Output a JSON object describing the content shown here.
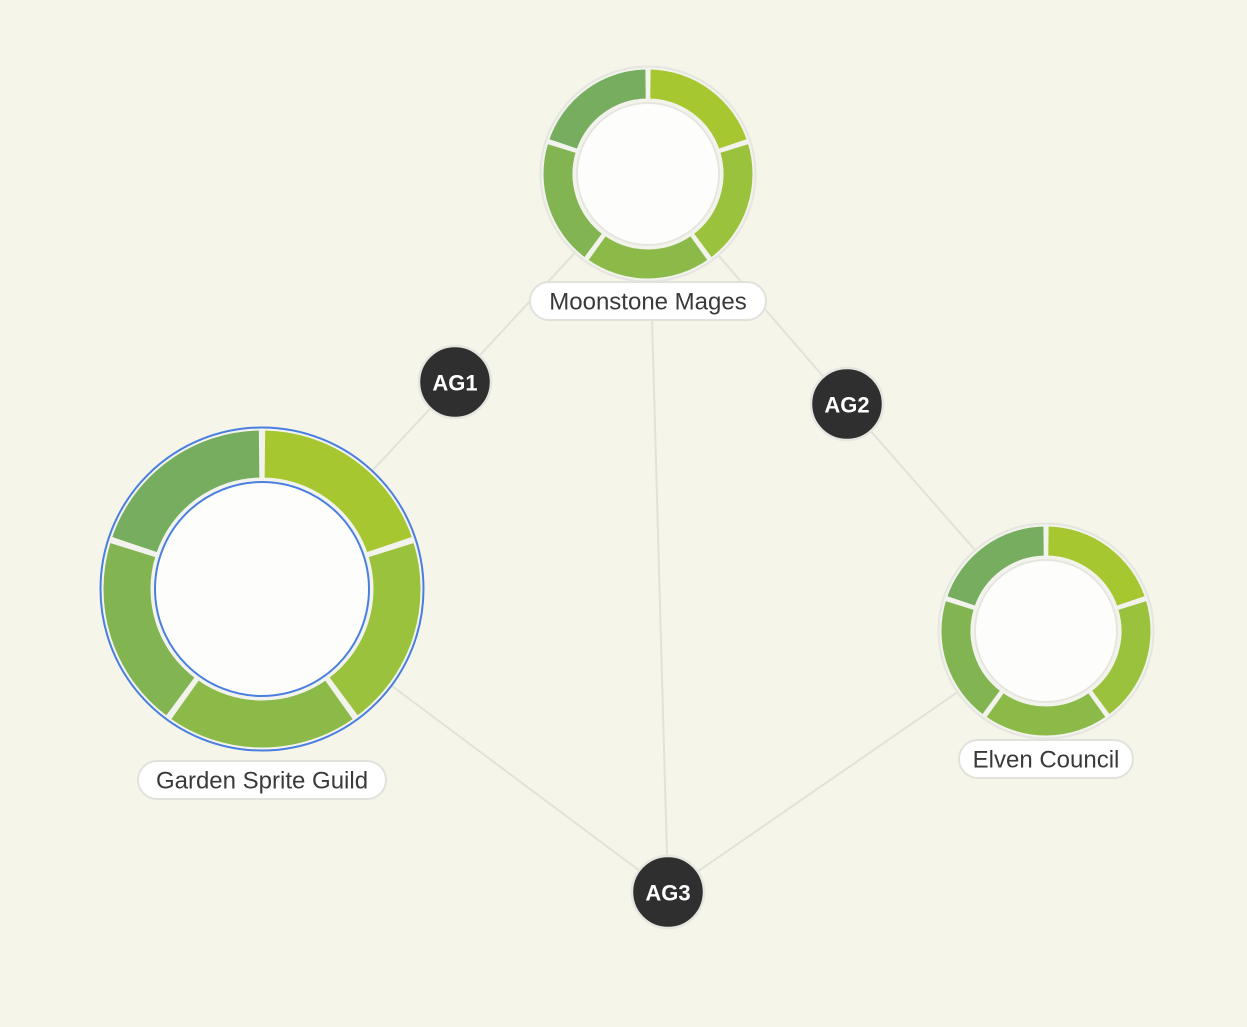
{
  "graph": {
    "nodes": [
      {
        "id": "moonstone",
        "label": "Moonstone Mages",
        "selected": false,
        "segment_colors": [
          "#a6c72f",
          "#9bc23c",
          "#8cba49",
          "#82b552",
          "#76ad5f"
        ]
      },
      {
        "id": "garden",
        "label": "Garden Sprite Guild",
        "selected": true,
        "segment_colors": [
          "#a6c72f",
          "#9bc23c",
          "#8cba49",
          "#82b552",
          "#76ad5f"
        ]
      },
      {
        "id": "elven",
        "label": "Elven Council",
        "selected": false,
        "segment_colors": [
          "#a6c72f",
          "#9bc23c",
          "#8cba49",
          "#82b552",
          "#76ad5f"
        ]
      }
    ],
    "hubs": [
      {
        "id": "ag1",
        "label": "AG1"
      },
      {
        "id": "ag2",
        "label": "AG2"
      },
      {
        "id": "ag3",
        "label": "AG3"
      }
    ],
    "edges": [
      {
        "from": "moonstone",
        "to": "ag1"
      },
      {
        "from": "ag1",
        "to": "garden"
      },
      {
        "from": "moonstone",
        "to": "ag2"
      },
      {
        "from": "ag2",
        "to": "elven"
      },
      {
        "from": "moonstone",
        "to": "ag3"
      },
      {
        "from": "garden",
        "to": "ag3"
      },
      {
        "from": "elven",
        "to": "ag3"
      }
    ]
  },
  "colors": {
    "background": "#f5f5ea",
    "hub_fill": "#2f2f2f",
    "edge": "#e2e2dc",
    "selection": "#4a7fe0"
  }
}
